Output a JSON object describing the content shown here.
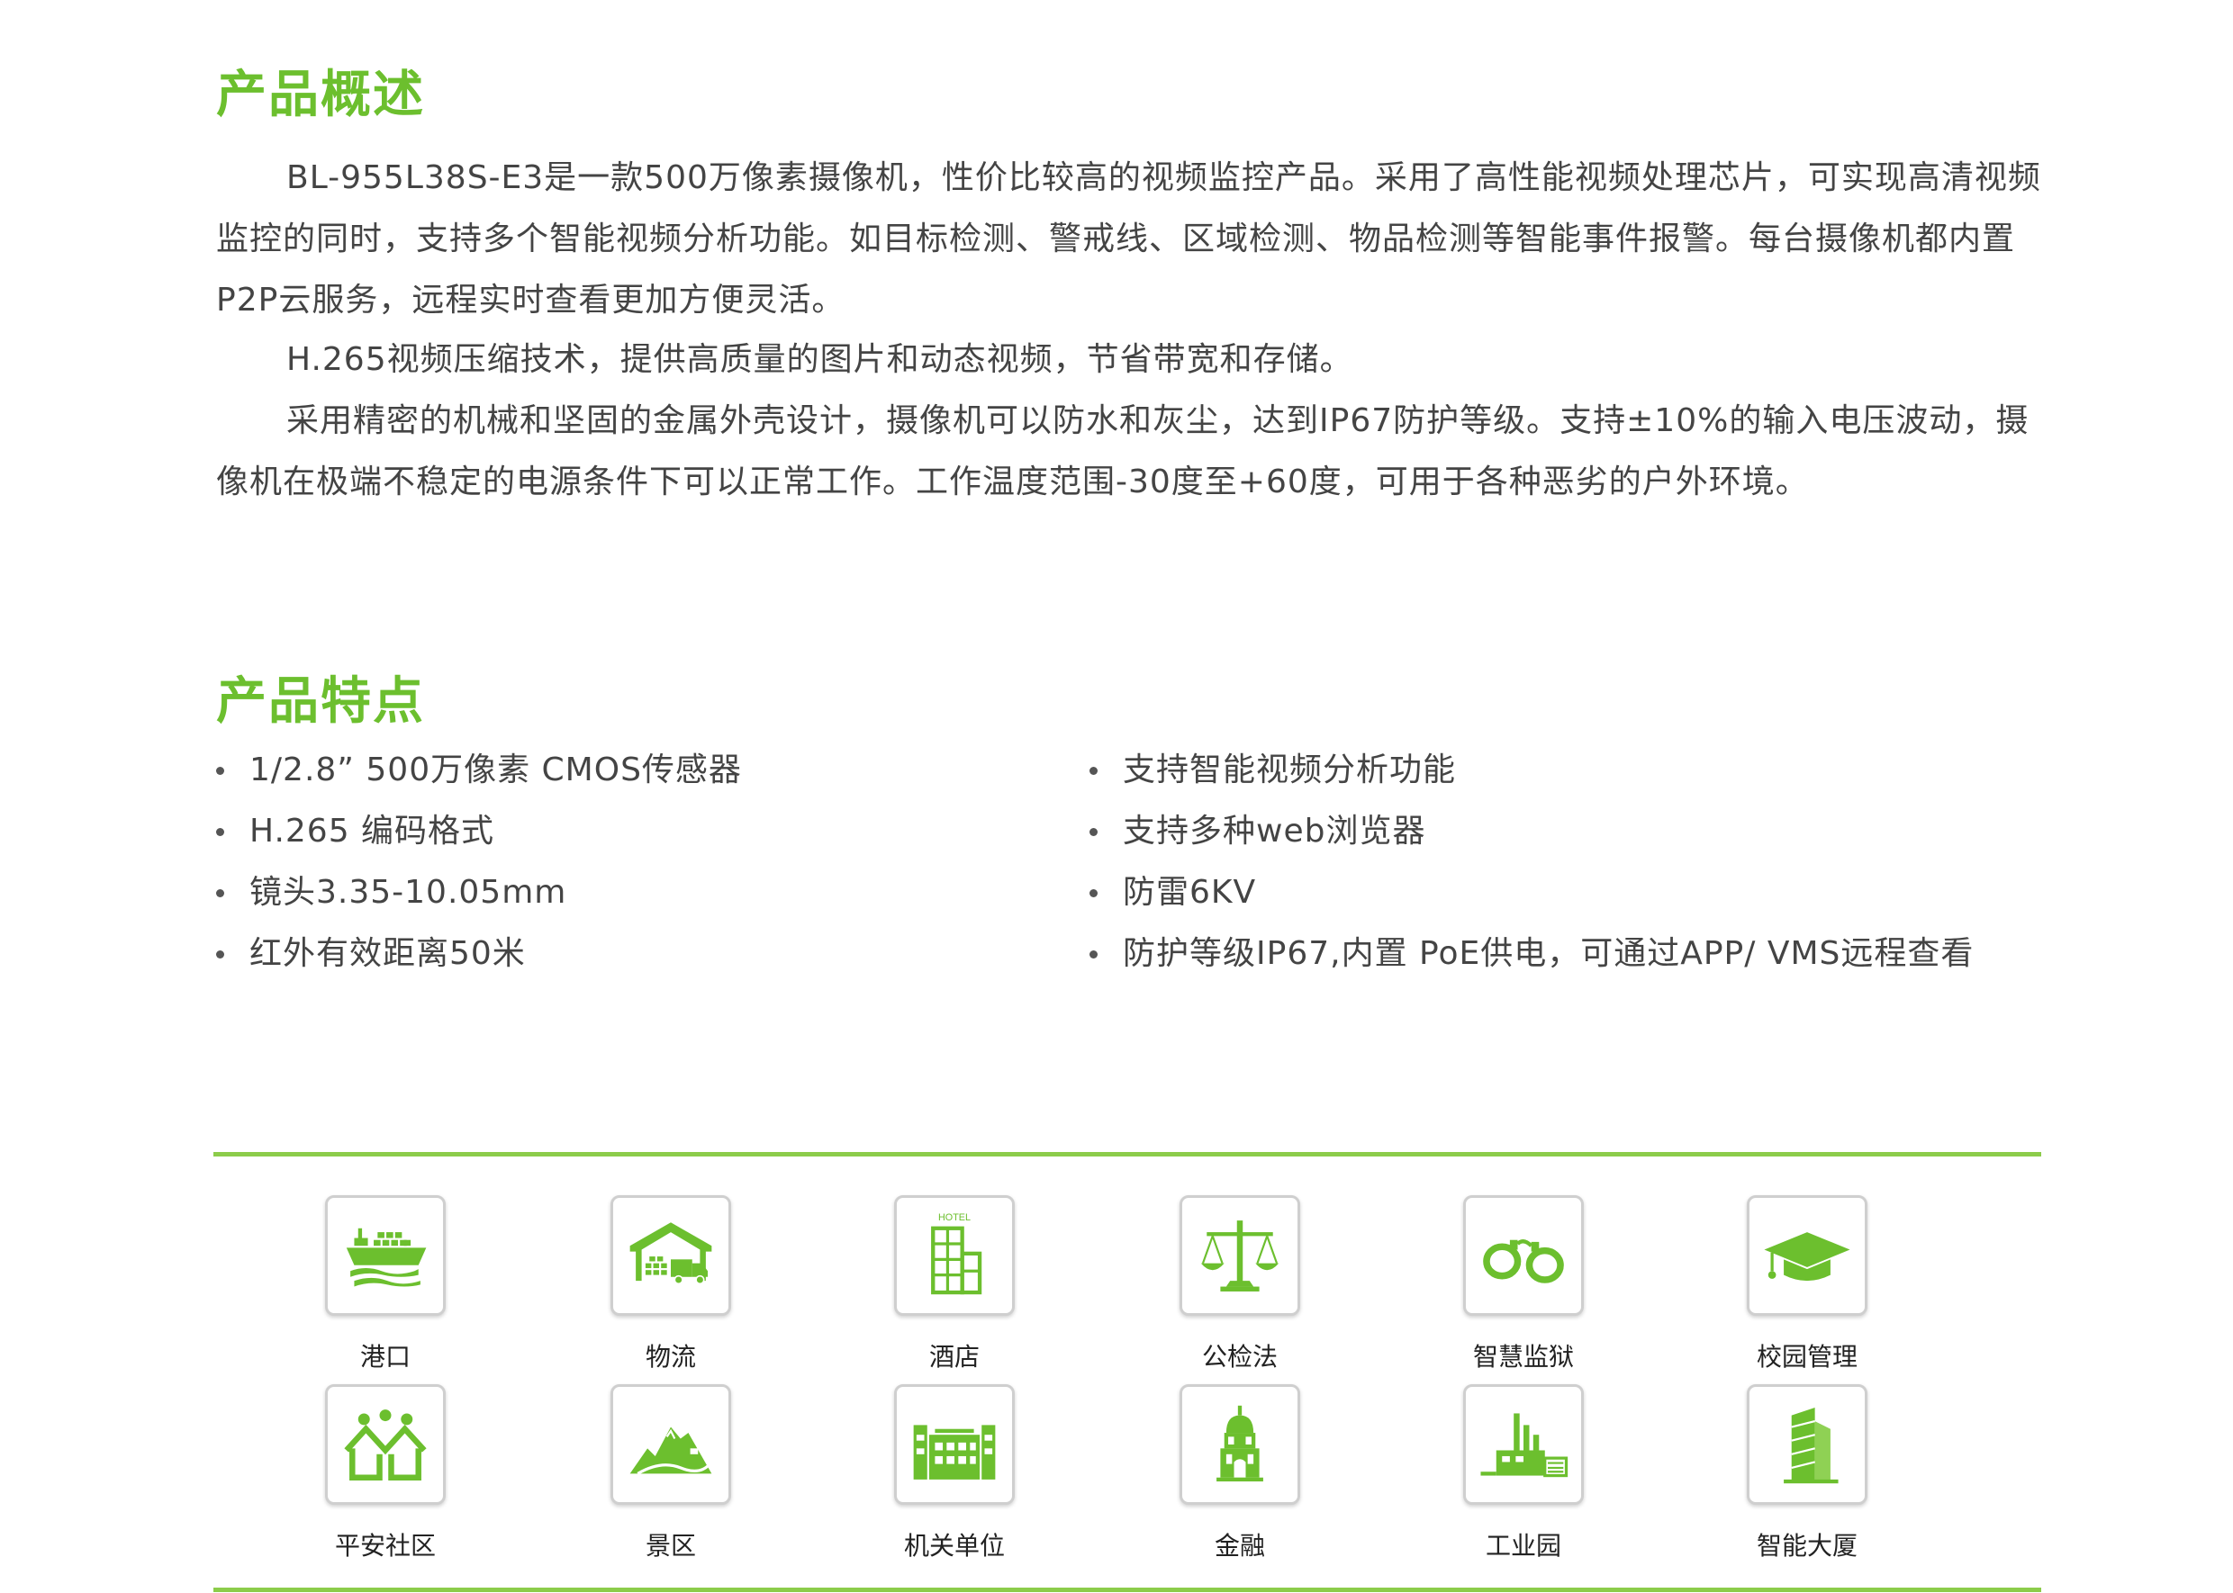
{
  "overview": {
    "title": "产品概述",
    "paragraphs": [
      "BL-955L38S-E3是一款500万像素摄像机，性价比较高的视频监控产品。采用了高性能视频处理芯片，可实现高清视频监控的同时，支持多个智能视频分析功能。如目标检测、警戒线、区域检测、物品检测等智能事件报警。每台摄像机都内置P2P云服务，远程实时查看更加方便灵活。",
      "H.265视频压缩技术，提供高质量的图片和动态视频，节省带宽和存储。",
      "采用精密的机械和坚固的金属外壳设计，摄像机可以防水和灰尘，达到IP67防护等级。支持±10%的输入电压波动，摄像机在极端不稳定的电源条件下可以正常工作。工作温度范围-30度至+60度，可用于各种恶劣的户外环境。"
    ]
  },
  "features": {
    "title": "产品特点",
    "left": [
      "1/2.8” 500万像素 CMOS传感器",
      "H.265 编码格式",
      "镜头3.35-10.05mm",
      "红外有效距离50米"
    ],
    "right": [
      "支持智能视频分析功能",
      "支持多种web浏览器",
      "防雷6KV",
      "防护等级IP67,内置 PoE供电，可通过APP/ VMS远程查看"
    ]
  },
  "applications": {
    "accent_color": "#6cbf2e",
    "items": [
      {
        "label": "港口",
        "icon": "ship-icon"
      },
      {
        "label": "物流",
        "icon": "warehouse-truck-icon"
      },
      {
        "label": "酒店",
        "icon": "hotel-icon",
        "icon_text": "HOTEL"
      },
      {
        "label": "公检法",
        "icon": "scales-icon"
      },
      {
        "label": "智慧监狱",
        "icon": "handcuffs-icon"
      },
      {
        "label": "校园管理",
        "icon": "graduation-cap-icon"
      },
      {
        "label": "平安社区",
        "icon": "community-icon"
      },
      {
        "label": "景区",
        "icon": "mountain-icon"
      },
      {
        "label": "机关单位",
        "icon": "government-building-icon"
      },
      {
        "label": "金融",
        "icon": "bank-icon"
      },
      {
        "label": "工业园",
        "icon": "factory-icon"
      },
      {
        "label": "智能大厦",
        "icon": "skyscraper-icon"
      }
    ]
  }
}
